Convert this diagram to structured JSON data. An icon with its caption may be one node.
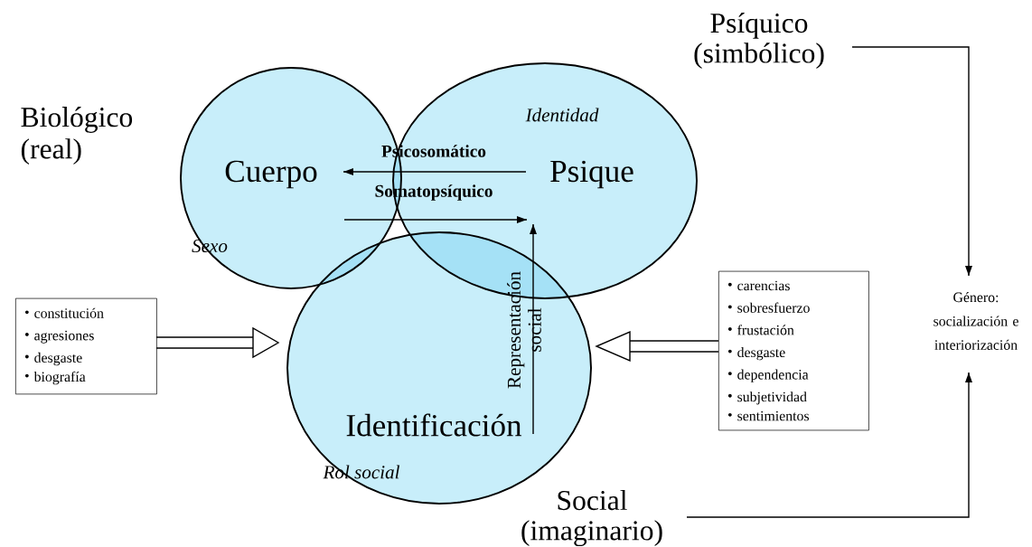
{
  "diagram": {
    "nodes": [
      {
        "text": [
          "Psíquico (simbólico)"
        ]
      },
      {
        "text": [
          "Cuerpo",
          "Sexo"
        ]
      },
      {
        "text": [
          "Identidad",
          "Psique"
        ]
      },
      {
        "text": [
          "constitución",
          "agresiones",
          "desgaste",
          "biografía"
        ]
      },
      {
        "text": [
          "Género: socialización e interiorización"
        ]
      },
      {
        "text": [
          "carencias",
          "sobresfuerzo",
          "frustación",
          "desgaste",
          "dependencia",
          "subjetividad",
          "sentimientos"
        ]
      },
      {
        "text": [
          "Identificación",
          "Rol social"
        ]
      },
      {
        "text": [
          "Social (imaginario)"
        ]
      }
    ],
    "edges": [
      {
        "from": 2,
        "to": 1,
        "arrow": "to",
        "label": "Psicosomático"
      },
      {
        "from": 1,
        "to": 2,
        "arrow": "to",
        "label": "Somatopsíquico"
      },
      {
        "from": 6,
        "to": 2,
        "arrow": "to",
        "label": "Representación social"
      },
      {
        "from": 3,
        "to": 6,
        "arrow": "to"
      },
      {
        "from": 5,
        "to": 6,
        "arrow": "to"
      },
      {
        "from": 0,
        "to": 4,
        "arrow": "to"
      },
      {
        "from": 7,
        "to": 4,
        "arrow": "to"
      }
    ],
    "labels": [
      "Biológico (real)"
    ]
  }
}
